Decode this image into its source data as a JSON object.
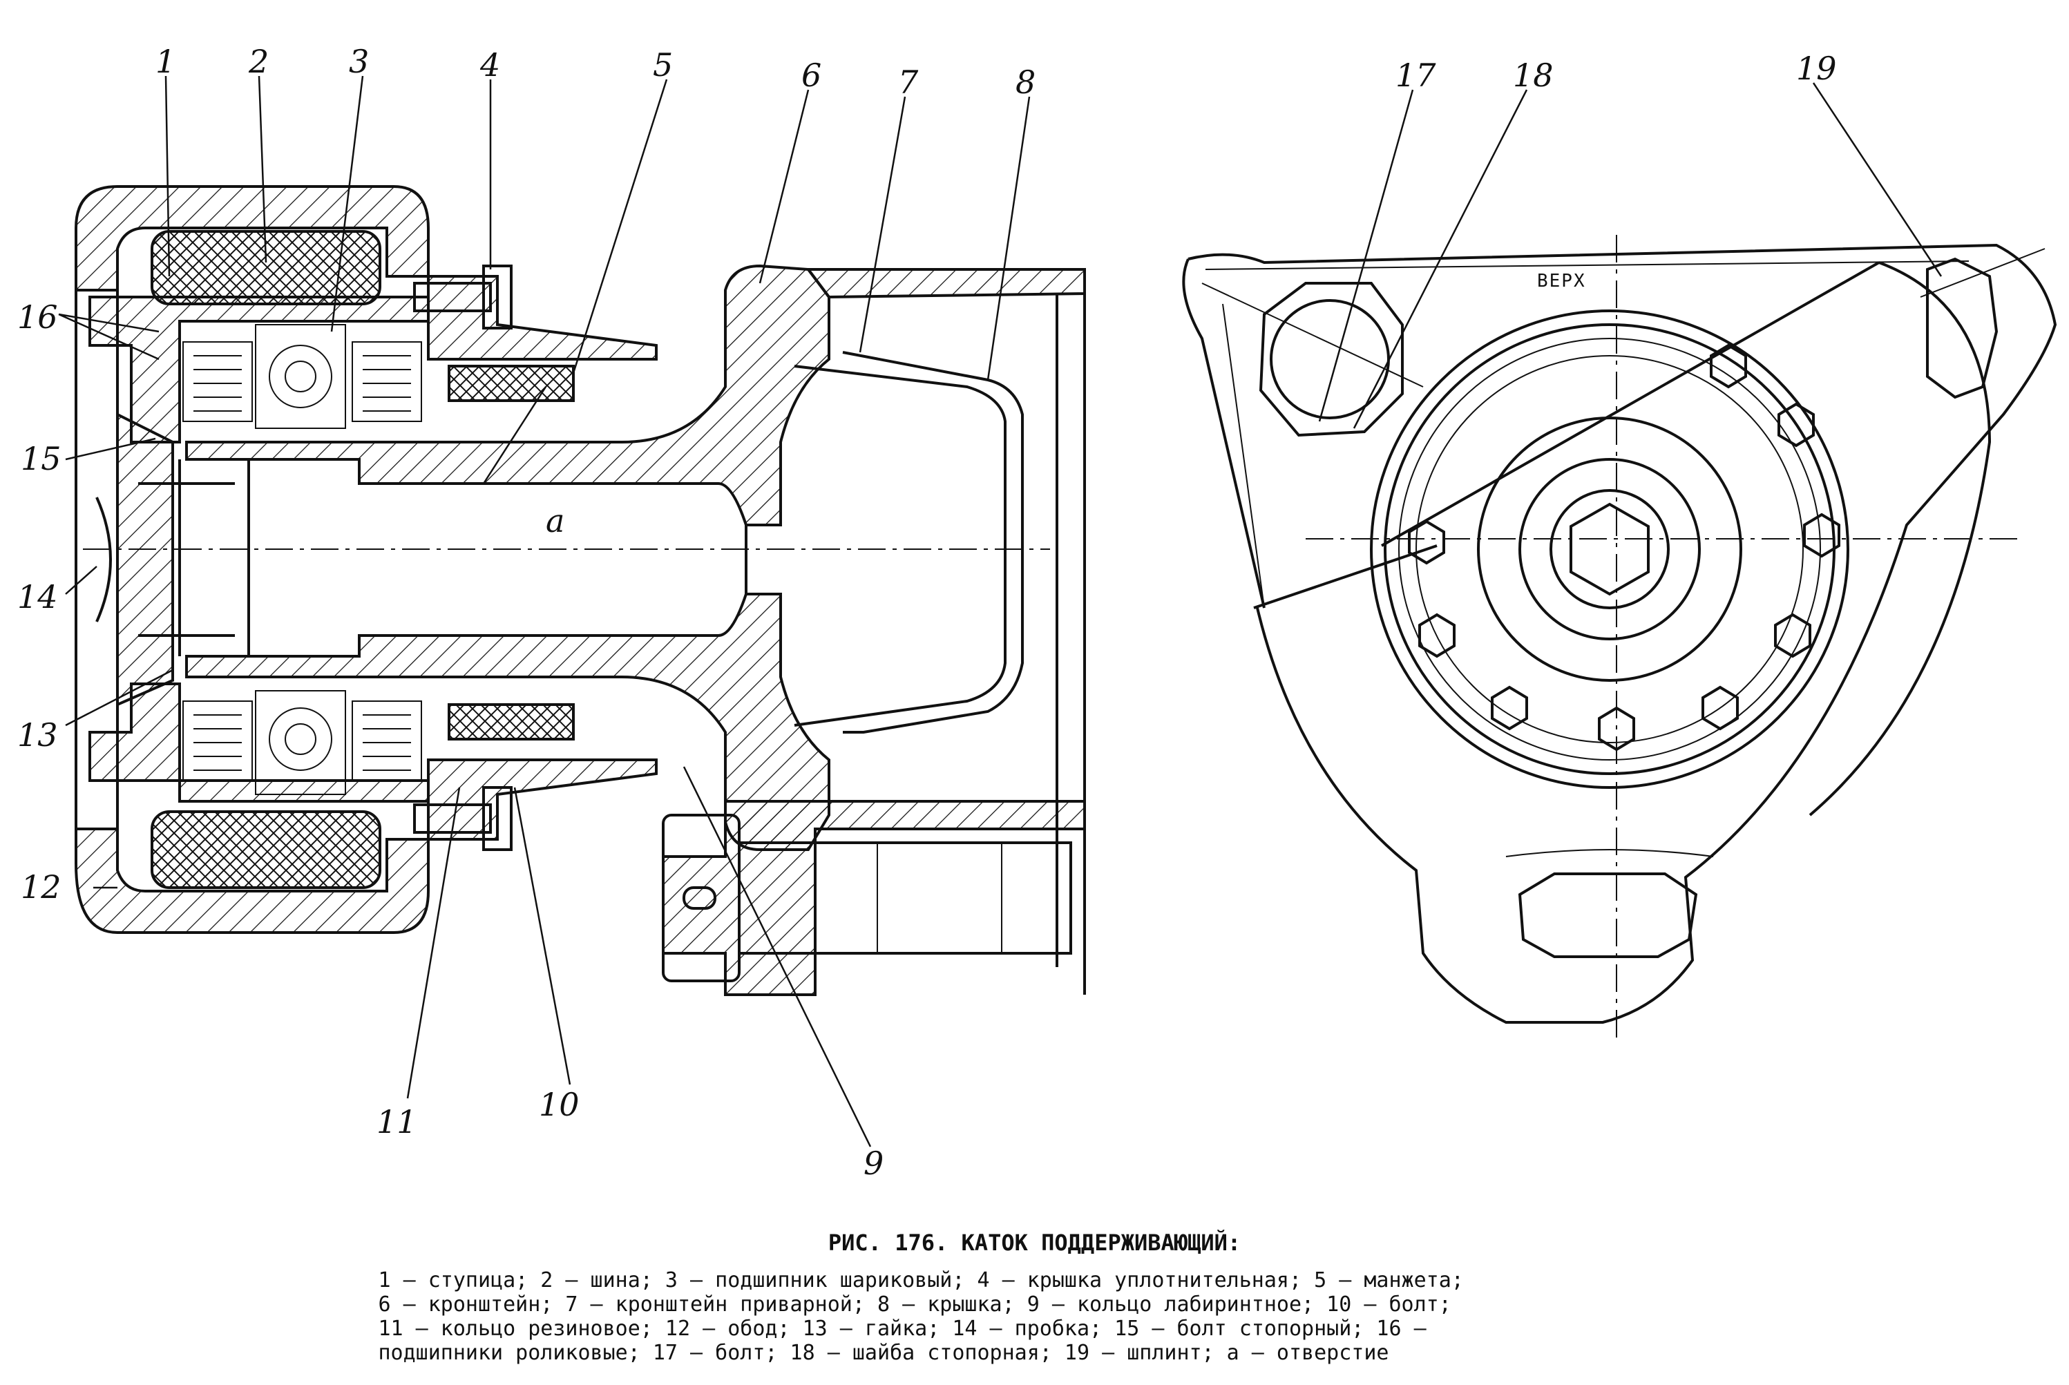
{
  "figure": {
    "callouts": [
      "1",
      "2",
      "3",
      "4",
      "5",
      "6",
      "7",
      "8",
      "9",
      "10",
      "11",
      "12",
      "13",
      "14",
      "15",
      "16",
      "17",
      "18",
      "19",
      "a"
    ],
    "marking_top": "ВЕРХ",
    "caption_title": "РИС. 176. КАТОК ПОДДЕРЖИВАЮЩИЙ:",
    "legend": [
      "1 – ступица; 2 – шина; 3 – подшипник шариковый; 4 – крышка уплотнительная; 5 – манжета;",
      "6 – кронштейн; 7 – кронштейн приварной; 8 – крышка; 9 – кольцо лабиринтное; 10 – болт;",
      "11 – кольцо резиновое; 12 – обод; 13 – гайка; 14 – пробка; 15 – болт стопорный; 16 –",
      "подшипники роликовые; 17 – болт; 18 – шайба стопорная; 19 – шплинт; а – отверстие"
    ]
  }
}
